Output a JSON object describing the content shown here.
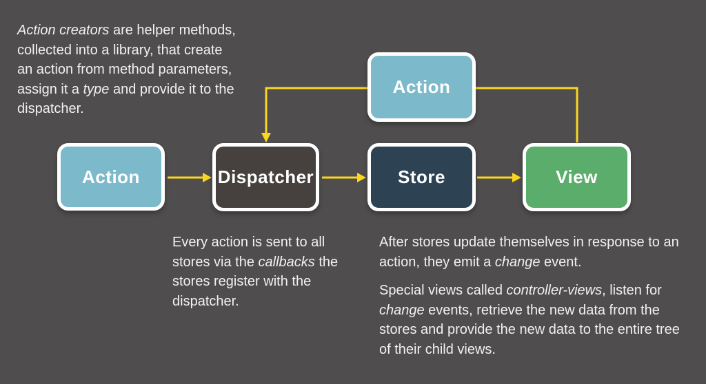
{
  "nodes": {
    "action_top": {
      "label": "Action",
      "color": "#7CB9CA"
    },
    "action": {
      "label": "Action",
      "color": "#7CB9CA"
    },
    "dispatcher": {
      "label": "Dispatcher",
      "color": "#46403F"
    },
    "store": {
      "label": "Store",
      "color": "#2D4354"
    },
    "view": {
      "label": "View",
      "color": "#5BAD6B"
    }
  },
  "edges": [
    {
      "from": "action",
      "to": "dispatcher"
    },
    {
      "from": "dispatcher",
      "to": "store"
    },
    {
      "from": "store",
      "to": "view"
    },
    {
      "from": "view",
      "to": "action_top"
    },
    {
      "from": "action_top",
      "to": "dispatcher"
    }
  ],
  "annotations": {
    "intro": {
      "segments": [
        {
          "text": "Action creators",
          "italic": true
        },
        {
          "text": " are helper methods, collected into a library, that create an action from method parameters, assign it a ",
          "italic": false
        },
        {
          "text": "type",
          "italic": true
        },
        {
          "text": " and provide it to the dispatcher.",
          "italic": false
        }
      ]
    },
    "dispatcher_note": {
      "segments": [
        {
          "text": "Every action is sent to all stores via the ",
          "italic": false
        },
        {
          "text": "callbacks",
          "italic": true
        },
        {
          "text": " the stores register with the dispatcher.",
          "italic": false
        }
      ]
    },
    "store_note_p1": {
      "segments": [
        {
          "text": "After stores update themselves in response to an action, they emit a ",
          "italic": false
        },
        {
          "text": "change",
          "italic": true
        },
        {
          "text": " event.",
          "italic": false
        }
      ]
    },
    "store_note_p2": {
      "segments": [
        {
          "text": "Special views called ",
          "italic": false
        },
        {
          "text": "controller-views",
          "italic": true
        },
        {
          "text": ", listen for ",
          "italic": false
        },
        {
          "text": "change",
          "italic": true
        },
        {
          "text": " events, retrieve the new data from the stores and provide the new data to the entire tree of their child views.",
          "italic": false
        }
      ]
    }
  },
  "colors": {
    "background": "#4F4D4E",
    "arrow": "#FBD620",
    "box_border": "#FFFFFF",
    "text": "#F2F1F1",
    "action_blue": "#7CB9CA",
    "dispatcher_gray": "#46403F",
    "store_navy": "#2D4354",
    "view_green": "#5BAD6B"
  }
}
